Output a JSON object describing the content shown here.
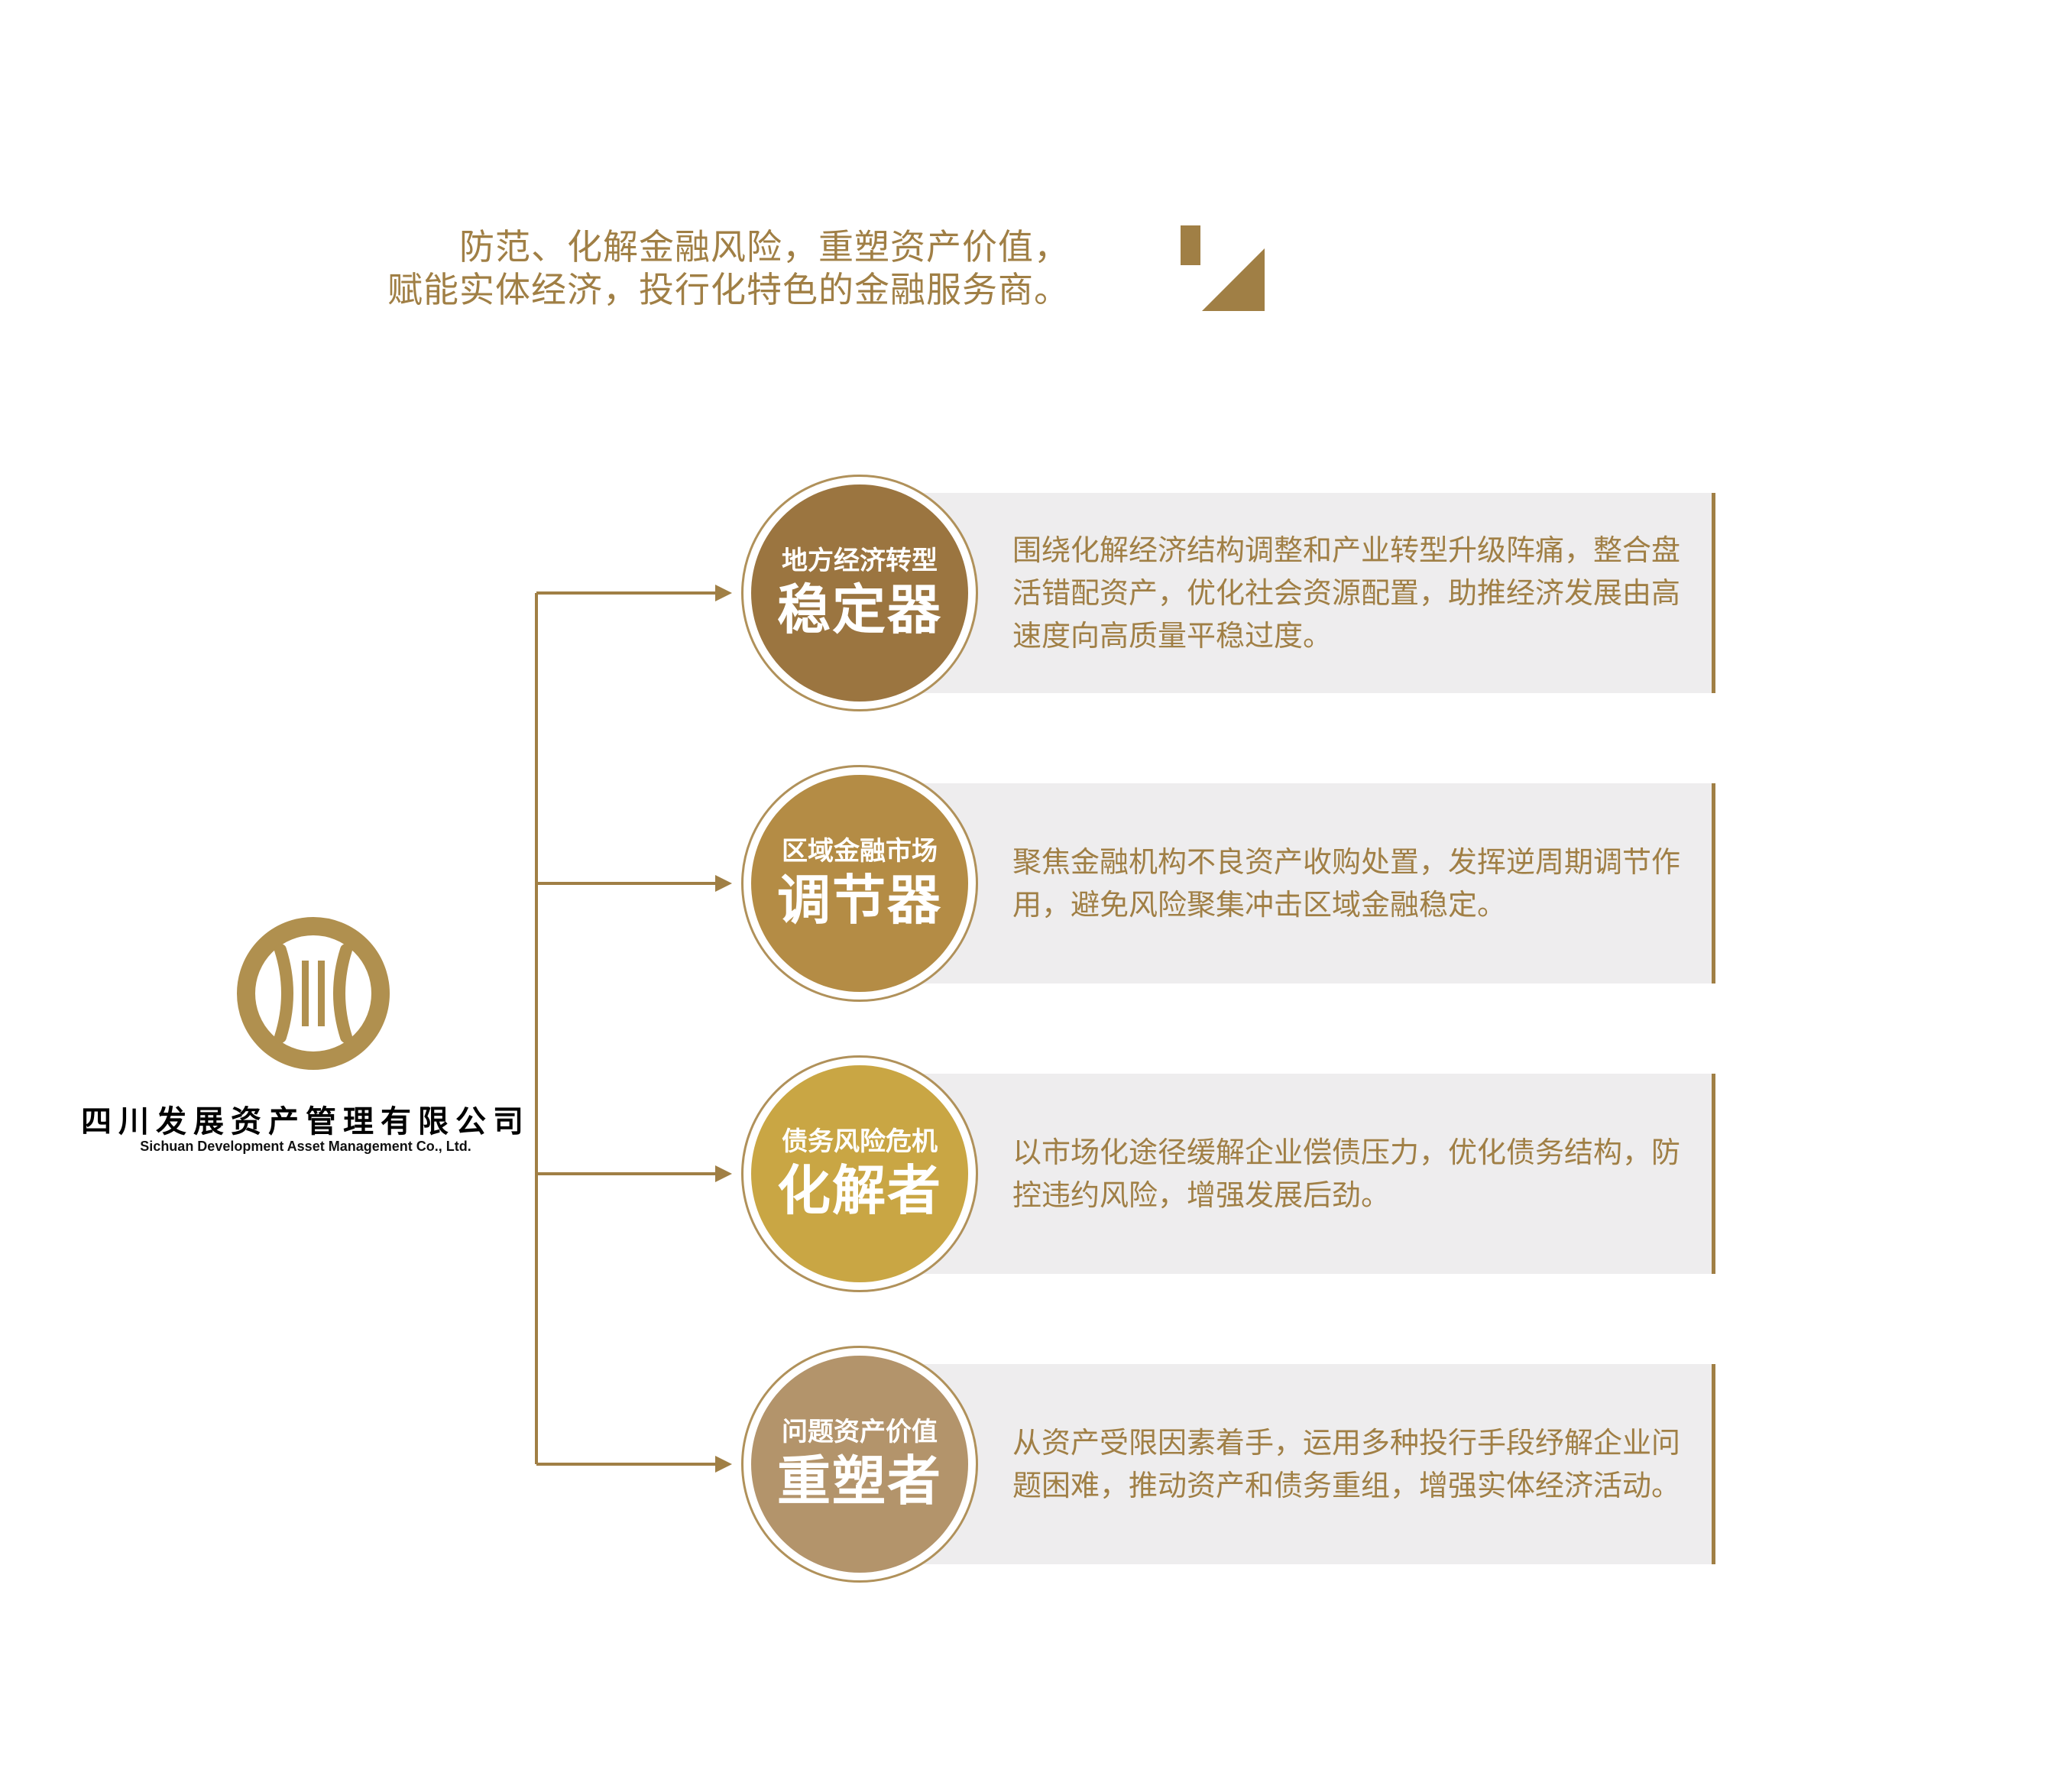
{
  "header": {
    "slogan_line1": "防范、化解金融风险，重塑资产价值，",
    "slogan_line2": "赋能实体经济，投行化特色的金融服务商。"
  },
  "logo": {
    "name_cn": "四川发展资产管理有限公司",
    "name_en": "Sichuan Development Asset Management Co., Ltd."
  },
  "colors": {
    "accent": "#a07f45",
    "panel_bg": "#eeedee",
    "circle1": "#9b7540",
    "circle2": "#b48c45",
    "circle3": "#c9a644",
    "circle4": "#b3946b"
  },
  "roles": [
    {
      "subtitle": "地方经济转型",
      "title": "稳定器",
      "description": "围绕化解经济结构调整和产业转型升级阵痛，整合盘活错配资产，优化社会资源配置，助推经济发展由高速度向高质量平稳过度。"
    },
    {
      "subtitle": "区域金融市场",
      "title": "调节器",
      "description": "聚焦金融机构不良资产收购处置，发挥逆周期调节作用，避免风险聚集冲击区域金融稳定。"
    },
    {
      "subtitle": "债务风险危机",
      "title": "化解者",
      "description": "以市场化途径缓解企业偿债压力，优化债务结构，防控违约风险，增强发展后劲。"
    },
    {
      "subtitle": "问题资产价值",
      "title": "重塑者",
      "description": "从资产受限因素着手，运用多种投行手段纾解企业问题困难，推动资产和债务重组，增强实体经济活动。"
    }
  ]
}
